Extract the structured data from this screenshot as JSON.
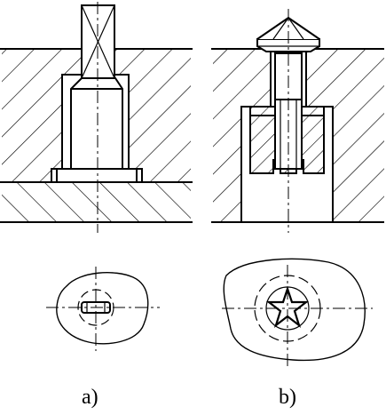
{
  "figure": {
    "subfigures": [
      {
        "id": "a",
        "label": "a)"
      },
      {
        "id": "b",
        "label": "b)"
      }
    ]
  }
}
